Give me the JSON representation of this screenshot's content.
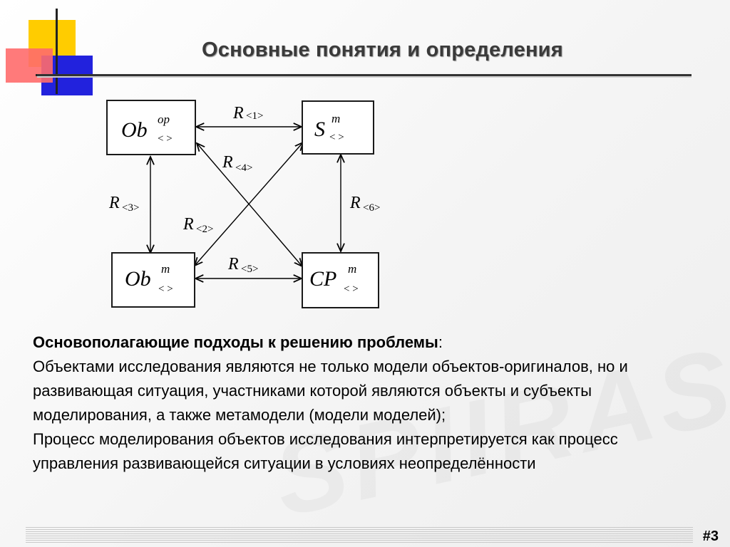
{
  "title": "Основные понятия и определения",
  "diagram": {
    "nodes": {
      "ob_op": {
        "main": "Ob",
        "sup": "op",
        "sub": "< >"
      },
      "s_m": {
        "main": "S",
        "sup": "m",
        "sub": "< >"
      },
      "ob_m": {
        "main": "Ob",
        "sup": "m",
        "sub": "< >"
      },
      "cp_m": {
        "main": "CP",
        "sup": "m",
        "sub": "< >"
      }
    },
    "relations": {
      "r1": {
        "letter": "R",
        "index": "<1>"
      },
      "r2": {
        "letter": "R",
        "index": "<2>"
      },
      "r3": {
        "letter": "R",
        "index": "<3>"
      },
      "r4": {
        "letter": "R",
        "index": "<4>"
      },
      "r5": {
        "letter": "R",
        "index": "<5>"
      },
      "r6": {
        "letter": "R",
        "index": "<6>"
      }
    }
  },
  "body": {
    "heading": "Основополагающие подходы к решению проблемы",
    "heading_suffix": ":",
    "para1": "Объектами исследования являются не только модели объектов-оригиналов, но и  развивающая ситуация, участниками которой являются объекты и субъекты моделирования, а также метамодели (модели моделей);",
    "para2": "Процесс  моделирования объектов исследования интерпретируется как процесс управления развивающейся ситуации в условиях неопределённости"
  },
  "page_number": "#3",
  "watermark": "SPIIRAS",
  "colors": {
    "accent_yellow": "#ffcc00",
    "accent_red": "#ff6666",
    "accent_blue": "#2020dd"
  }
}
